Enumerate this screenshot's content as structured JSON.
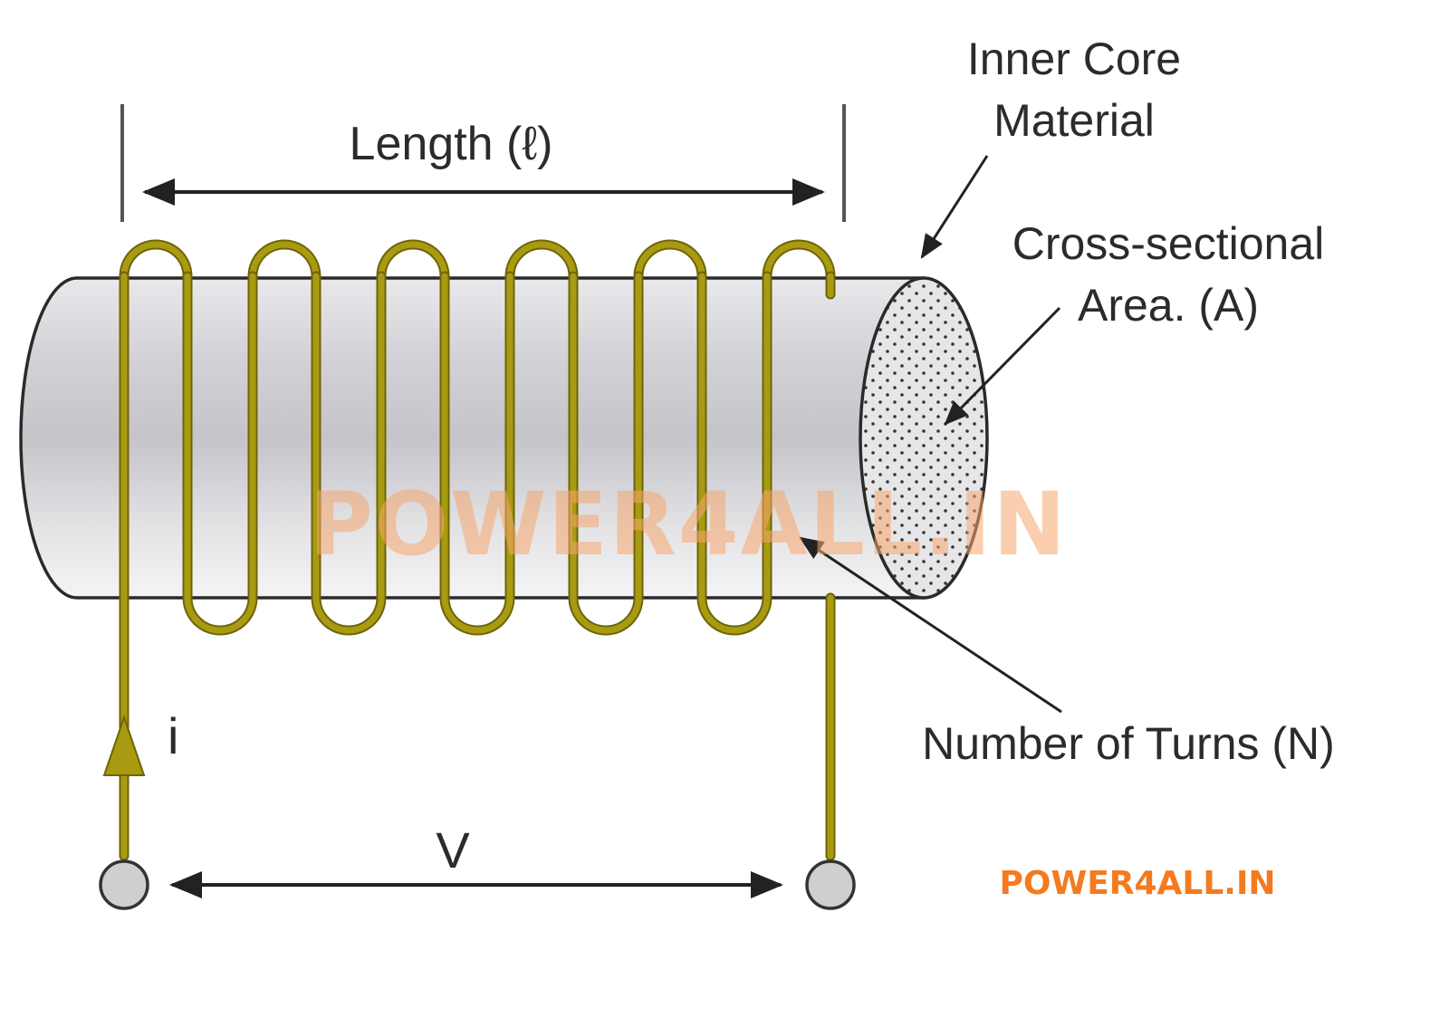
{
  "labels": {
    "length": "Length (ℓ)",
    "inner_core_line1": "Inner Core",
    "inner_core_line2": "Material",
    "cross_line1": "Cross-sectional",
    "cross_line2": "Area. (A)",
    "turns": "Number of Turns (N)",
    "current": "i",
    "voltage": "V"
  },
  "watermark": "POWER4ALL.IN",
  "brand": "POWER4ALL.IN",
  "colors": {
    "wire": "#a89b12",
    "wire_edge": "#6e6408",
    "core_outline": "#2a2a2a",
    "arrow": "#222222",
    "watermark": "#f6a56b",
    "brand": "#f47a20",
    "terminal": "#cfcfd2"
  }
}
